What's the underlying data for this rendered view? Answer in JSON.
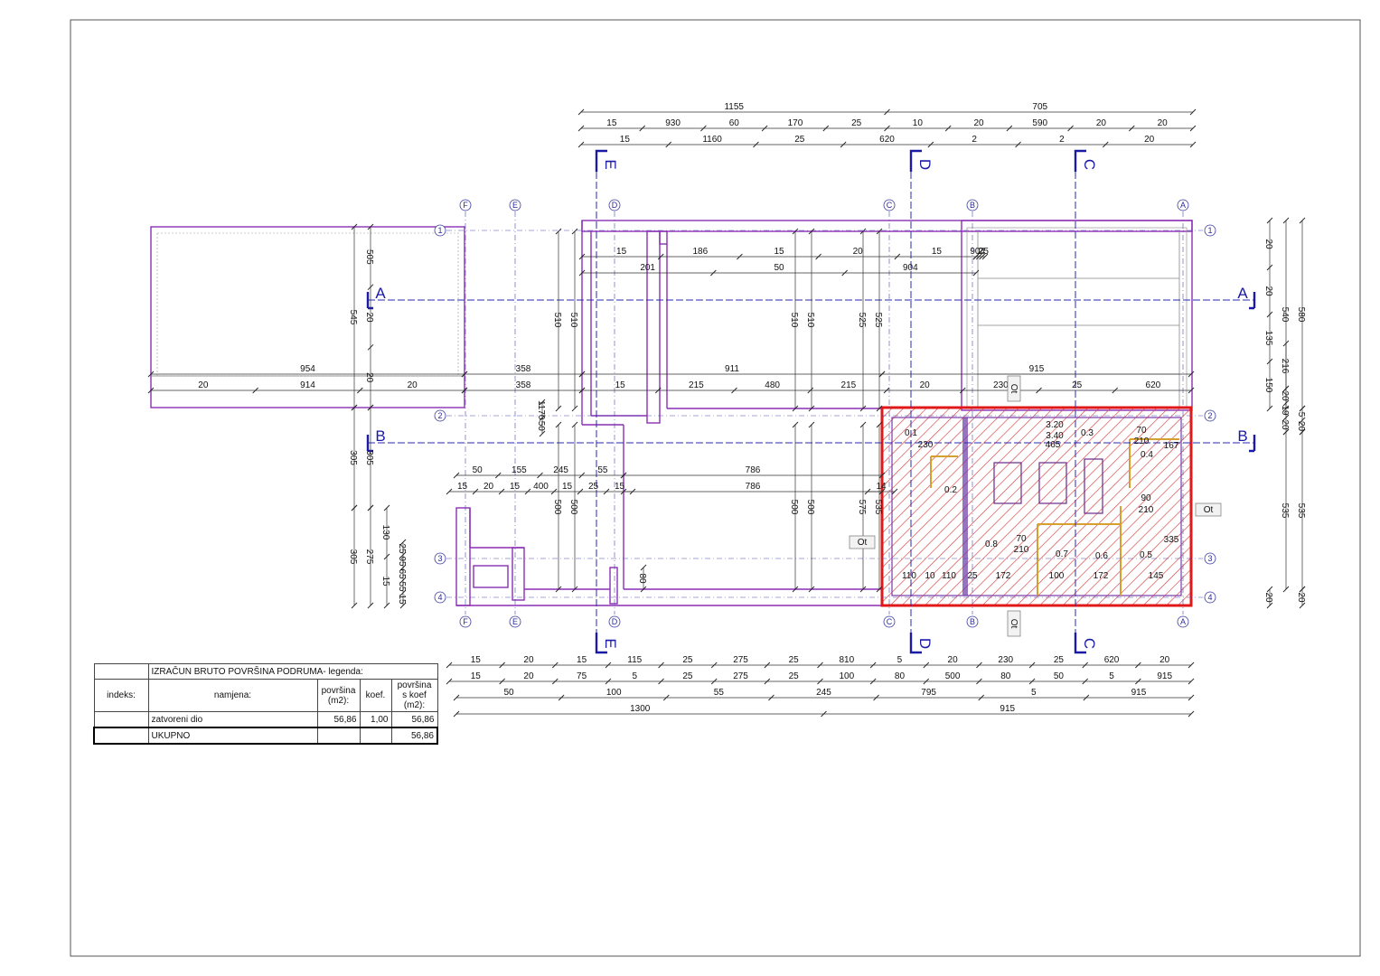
{
  "plan": {
    "axes_letters": [
      "F",
      "E",
      "D",
      "C",
      "B",
      "A"
    ],
    "axes_numbers": [
      "1",
      "2",
      "3",
      "4"
    ],
    "sections": [
      "A",
      "B",
      "C",
      "D",
      "E"
    ],
    "door_tag": "Ot",
    "top_dims": {
      "row1": [
        "1155",
        "705"
      ],
      "row2": [
        "15",
        "930",
        "60",
        "170",
        "25",
        "10",
        "20",
        "590",
        "20",
        "20"
      ],
      "row3": [
        "15",
        "1160",
        "25",
        "620",
        "2",
        "2",
        "20"
      ]
    },
    "bottom_dims": {
      "row1": [
        "15",
        "20",
        "15",
        "115",
        "25",
        "275",
        "25",
        "810",
        "5",
        "20",
        "230",
        "25",
        "620",
        "20"
      ],
      "row2": [
        "15",
        "20",
        "75",
        "5",
        "25",
        "275",
        "25",
        "100",
        "80",
        "500",
        "80",
        "50",
        "5",
        "915"
      ],
      "row3": [
        "50",
        "100",
        "55",
        "245",
        "795",
        "5",
        "915"
      ],
      "row4": [
        "1300",
        "915"
      ]
    },
    "interior_dims": {
      "left_block": [
        "954",
        "20",
        "914",
        "20",
        "545",
        "505",
        "20",
        "20"
      ],
      "mid_horizontal": [
        "358",
        "358",
        "911",
        "915",
        "15",
        "215",
        "480",
        "215",
        "20",
        "230",
        "25",
        "620"
      ],
      "upper": [
        "15",
        "186",
        "15",
        "20",
        "15",
        "201",
        "50",
        "904",
        "904",
        "2",
        "25"
      ],
      "vertical": [
        "510",
        "510",
        "510",
        "510",
        "525",
        "525",
        "1170",
        "50",
        "305",
        "305",
        "305",
        "275",
        "130",
        "15",
        "25",
        "95",
        "65",
        "55",
        "15"
      ],
      "lower": [
        "50",
        "155",
        "245",
        "55",
        "786",
        "786",
        "15",
        "20",
        "15",
        "400",
        "15",
        "25",
        "15",
        "500",
        "500",
        "500",
        "500",
        "575",
        "535",
        "80",
        "14"
      ],
      "right_side": [
        "20",
        "20",
        "135",
        "150",
        "540",
        "580",
        "216",
        "20",
        "19",
        "20",
        "5",
        "20",
        "535",
        "535",
        "20",
        "20"
      ],
      "basement": [
        "0.1",
        "230",
        "3.20",
        "3.40",
        "465",
        "0.3",
        "70",
        "210",
        "0.4",
        "90",
        "210",
        "0.2",
        "0.8",
        "70",
        "210",
        "0.7",
        "0.6",
        "0.5",
        "110",
        "10",
        "110",
        "25",
        "172",
        "100",
        "172",
        "145",
        "335",
        "167"
      ]
    }
  },
  "legend": {
    "title": "IZRAČUN BRUTO POVRŠINA PODRUMA- legenda:",
    "headers": [
      "indeks:",
      "namjena:",
      "površina (m2):",
      "koef.",
      "površina s koef (m2):"
    ],
    "rows": [
      {
        "index": "",
        "name": "zatvoreni dio",
        "area": "56,86",
        "koef": "1,00",
        "area_koef": "56,86"
      }
    ],
    "total": {
      "label": "UKUPNO",
      "area_koef": "56,86"
    }
  }
}
